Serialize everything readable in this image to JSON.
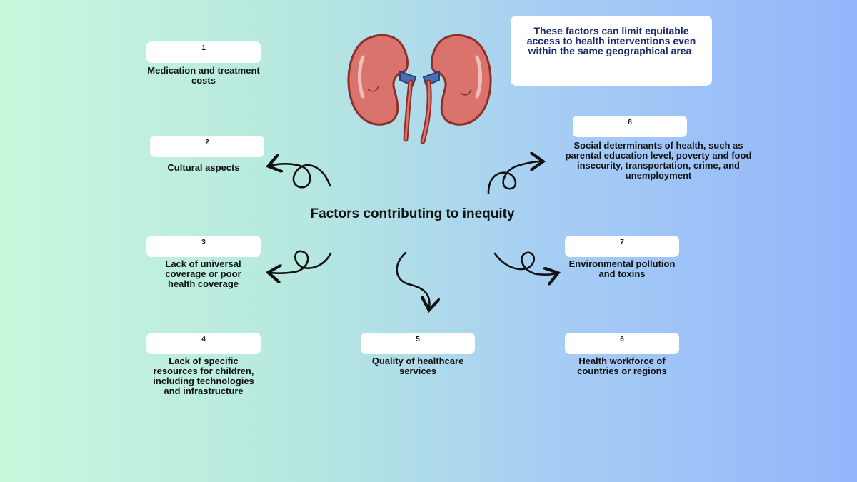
{
  "title": "Factors contributing to inequity",
  "callout": {
    "text": "These factors can limit equitable access to health interventions even within the same geographical area",
    "suffix": "."
  },
  "factors": [
    {
      "number": "1",
      "label": "Medication and treatment costs"
    },
    {
      "number": "2",
      "label": "Cultural aspects"
    },
    {
      "number": "3",
      "label": "Lack of universal coverage or poor health coverage"
    },
    {
      "number": "4",
      "label": "Lack of specific resources for children, including technologies and infrastructure"
    },
    {
      "number": "5",
      "label": "Quality of healthcare services"
    },
    {
      "number": "6",
      "label": "Health workforce of countries or regions"
    },
    {
      "number": "7",
      "label": "Environmental pollution and toxins"
    },
    {
      "number": "8",
      "label": "Social determinants of health, such as parental education level, poverty and food insecurity, transportation, crime, and unemployment"
    }
  ],
  "colors": {
    "gradient_start": "#c8f8dc",
    "gradient_end": "#93b6fb",
    "kidney_fill": "#d9736b",
    "kidney_outline": "#8c2f2a",
    "vessel_blue": "#4a6fb5",
    "callout_text": "#1b2a6b"
  },
  "icons": [
    "kidneys-icon",
    "curly-arrow-icon"
  ]
}
